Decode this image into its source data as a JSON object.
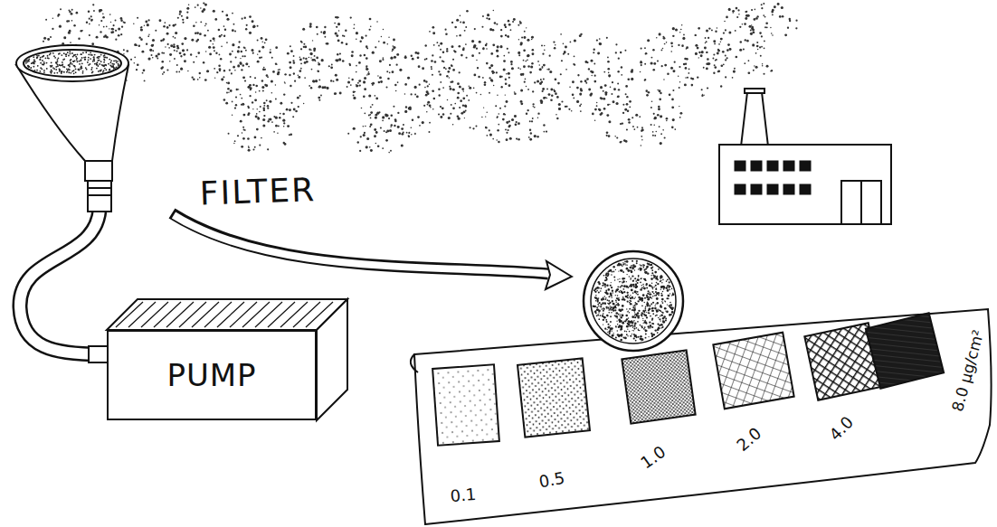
{
  "diagram": {
    "nodes": [
      {
        "text": [
          "PUMP"
        ]
      }
    ],
    "labels": [
      "FILTER",
      "0.1",
      "0.5",
      "1.0",
      "2.0",
      "4.0",
      "8.0 μg/cm²"
    ]
  }
}
